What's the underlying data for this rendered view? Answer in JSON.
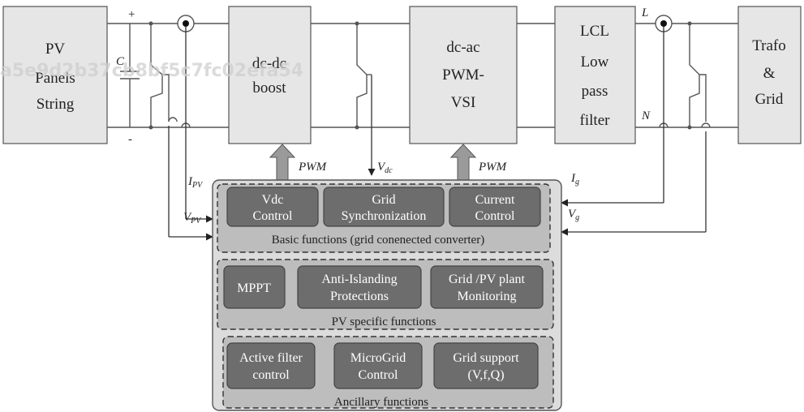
{
  "blocks": {
    "pv": [
      "PV",
      "Panels",
      "String"
    ],
    "boost": [
      "dc-dc",
      "boost"
    ],
    "inverter": [
      "dc-ac",
      "PWM-",
      "VSI"
    ],
    "filter": [
      "LCL",
      "Low",
      "pass",
      "filter"
    ],
    "grid": [
      "Trafo",
      "&",
      "Grid"
    ]
  },
  "labels": {
    "plus": "+",
    "minus": "-",
    "capacitor": "C",
    "line_L": "L",
    "line_N": "N",
    "pwm1": "PWM",
    "pwm2": "PWM",
    "vdc": "V",
    "vdc_sub": "dc",
    "ipv": "I",
    "ipv_sub": "PV",
    "vpv": "V",
    "vpv_sub": "PV",
    "ig": "I",
    "ig_sub": "g",
    "vg": "V",
    "vg_sub": "g"
  },
  "groups": {
    "basic": {
      "title": "Basic functions (grid conenected converter)",
      "items": [
        [
          "Vdc",
          "Control"
        ],
        [
          "Grid",
          "Synchronization"
        ],
        [
          "Current",
          "Control"
        ]
      ]
    },
    "pv_specific": {
      "title": "PV specific functions",
      "items": [
        [
          "MPPT"
        ],
        [
          "Anti-Islanding",
          "Protections"
        ],
        [
          "Grid /PV plant",
          "Monitoring"
        ]
      ]
    },
    "ancillary": {
      "title": "Ancillary functions",
      "items": [
        [
          "Active filter",
          "control"
        ],
        [
          "MicroGrid",
          "Control"
        ],
        [
          "Grid support",
          "(V,f,Q)"
        ]
      ]
    }
  },
  "watermark": "a5e9d2b37cb8bf5c7fc02efa54"
}
